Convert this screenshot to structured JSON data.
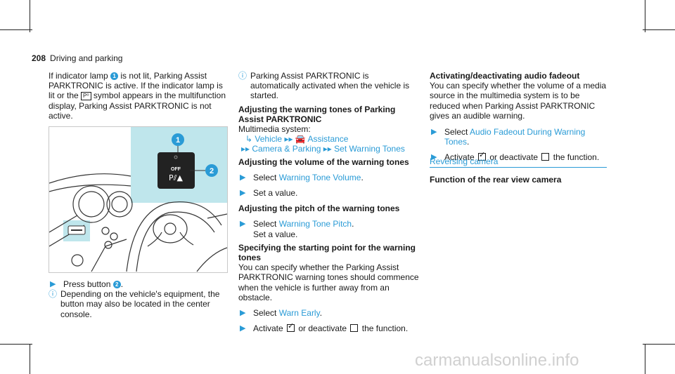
{
  "header": {
    "page_number": "208",
    "section": "Driving and parking"
  },
  "left": {
    "intro_1": "If indicator lamp",
    "intro_badge": "1",
    "intro_2": "is not lit, Parking Assist PARKTRONIC is active. If the indicator lamp is lit or the",
    "intro_key": "P⁰",
    "intro_3": "symbol appears in the multifunction display, Parking Assist PARKTRONIC is not active.",
    "figure": {
      "callout_1": "1",
      "callout_2": "2",
      "button_text": "OFF",
      "button_symbol": "P⫽▲"
    },
    "step_1": "Press button",
    "step_1_badge": "2",
    "note": "Depending on the vehicle's equipment, the button may also be located in the center console."
  },
  "mid": {
    "note": "Parking Assist PARKTRONIC is automatically activated when the vehicle is started.",
    "h_tones": "Adjusting the warning tones of Parking Assist PARKTRONIC",
    "multimedia": "Multimedia system:",
    "path": {
      "vehicle": "Vehicle",
      "assistance": "Assistance",
      "camera": "Camera & Parking",
      "tones": "Set Warning Tones"
    },
    "h_volume": "Adjusting the volume of the warning tones",
    "select": "Select",
    "volume_link": "Warning Tone Volume",
    "set_value": "Set a value.",
    "h_pitch": "Adjusting the pitch of the warning tones",
    "pitch_link": "Warning Tone Pitch",
    "h_start": "Specifying the starting point for the warning tones",
    "start_text": "You can specify whether the Parking Assist PARKTRONIC warning tones should commence when the vehicle is further away from an obstacle.",
    "warn_link": "Warn Early",
    "activate": "Activate",
    "or_deactivate": "or deactivate",
    "the_function": "the function."
  },
  "right": {
    "h_fade": "Activating/deactivating audio fadeout",
    "fade_text": "You can specify whether the volume of a media source in the multimedia system is to be reduced when Parking Assist PARKTRONIC gives an audible warning.",
    "fade_link": "Audio Fadeout During Warning Tones",
    "section": "Reversing camera",
    "h_func": "Function of the rear view camera"
  },
  "watermark": "carmanualsonline.info",
  "colors": {
    "accent": "#2a9bd6",
    "figure_highlight": "#bfe6ec"
  }
}
